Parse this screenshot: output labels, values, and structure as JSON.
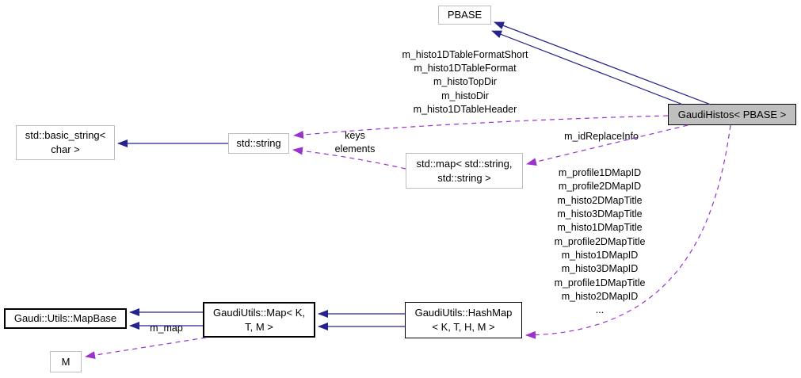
{
  "diagram": {
    "colors": {
      "inheritance_edge": "#24248c",
      "usage_edge": "#9a32cd",
      "node_border_gray": "#bdbdbd",
      "node_border_black": "#000000",
      "node_fill": "#ffffff",
      "highlight_fill": "#bfbfbf",
      "background": "#ffffff"
    },
    "nodes": {
      "pbase": {
        "label": "PBASE"
      },
      "gaudihistos": {
        "label": "GaudiHistos< PBASE >"
      },
      "basic_string": {
        "line1": "std::basic_string<",
        "line2": "char >"
      },
      "std_string": {
        "label": "std::string"
      },
      "std_map": {
        "line1": "std::map< std::string,",
        "line2": "std::string >"
      },
      "mapbase": {
        "label": "Gaudi::Utils::MapBase"
      },
      "map": {
        "line1": "GaudiUtils::Map< K,",
        "line2": "T, M >"
      },
      "hashmap": {
        "line1": "GaudiUtils::HashMap",
        "line2": "< K, T, H, M >"
      },
      "m": {
        "label": "M"
      }
    },
    "edge_labels": {
      "string_members": [
        "m_histo1DTableFormatShort",
        "m_histo1DTableFormat",
        "m_histoTopDir",
        "m_histoDir",
        "m_histo1DTableHeader"
      ],
      "map_to_string": [
        "keys",
        "elements"
      ],
      "id_replace": "m_idReplaceInfo",
      "hashmap_members": [
        "m_profile1DMapID",
        "m_profile2DMapID",
        "m_histo2DMapTitle",
        "m_histo3DMapTitle",
        "m_histo1DMapTitle",
        "m_profile2DMapTitle",
        "m_histo1DMapID",
        "m_histo3DMapID",
        "m_profile1DMapTitle",
        "m_histo2DMapID",
        "..."
      ],
      "m_map": "m_map"
    }
  }
}
